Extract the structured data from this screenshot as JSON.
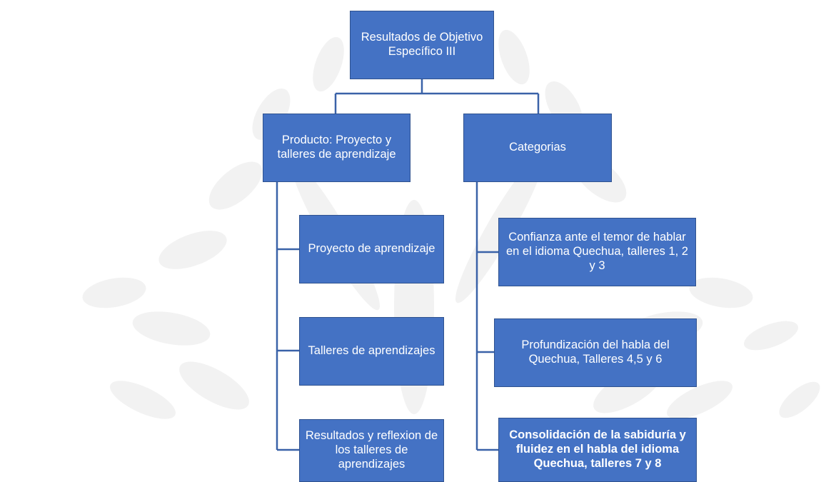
{
  "diagram": {
    "root": "Resultados de Objetivo Específico III",
    "branches": [
      {
        "label": "Producto: Proyecto y talleres de aprendizaje",
        "children": [
          "Proyecto de aprendizaje",
          "Talleres de aprendizajes",
          "Resultados y reflexion de los talleres de aprendizajes"
        ]
      },
      {
        "label": "Categorias",
        "children": [
          "Confianza ante el temor de hablar en el idioma Quechua, talleres 1, 2 y 3",
          "Profundización del habla del Quechua, Talleres  4,5 y 6",
          "Consolidación de la sabiduría y fluidez en el habla del idioma Quechua, talleres 7 y 8"
        ]
      }
    ]
  },
  "colors": {
    "box_fill": "#4472c4",
    "box_border": "#2f528f",
    "connector": "#3a62a8",
    "box_text": "#ffffff",
    "watermark": "#f1f1f1"
  }
}
